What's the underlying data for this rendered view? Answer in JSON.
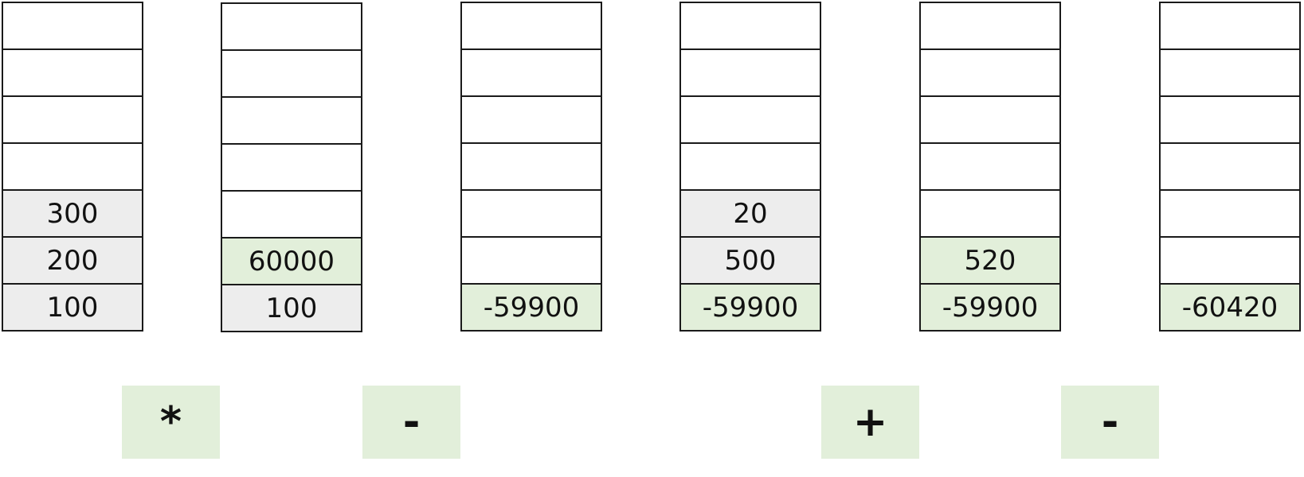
{
  "stacks": [
    {
      "cells": [
        {
          "value": "",
          "fill": "white"
        },
        {
          "value": "",
          "fill": "white"
        },
        {
          "value": "",
          "fill": "white"
        },
        {
          "value": "",
          "fill": "white"
        },
        {
          "value": "300",
          "fill": "gray"
        },
        {
          "value": "200",
          "fill": "gray"
        },
        {
          "value": "100",
          "fill": "gray"
        }
      ]
    },
    {
      "cells": [
        {
          "value": "",
          "fill": "white"
        },
        {
          "value": "",
          "fill": "white"
        },
        {
          "value": "",
          "fill": "white"
        },
        {
          "value": "",
          "fill": "white"
        },
        {
          "value": "",
          "fill": "white"
        },
        {
          "value": "60000",
          "fill": "green"
        },
        {
          "value": "100",
          "fill": "gray"
        }
      ]
    },
    {
      "cells": [
        {
          "value": "",
          "fill": "white"
        },
        {
          "value": "",
          "fill": "white"
        },
        {
          "value": "",
          "fill": "white"
        },
        {
          "value": "",
          "fill": "white"
        },
        {
          "value": "",
          "fill": "white"
        },
        {
          "value": "",
          "fill": "white"
        },
        {
          "value": "-59900",
          "fill": "green"
        }
      ]
    },
    {
      "cells": [
        {
          "value": "",
          "fill": "white"
        },
        {
          "value": "",
          "fill": "white"
        },
        {
          "value": "",
          "fill": "white"
        },
        {
          "value": "",
          "fill": "white"
        },
        {
          "value": "20",
          "fill": "gray"
        },
        {
          "value": "500",
          "fill": "gray"
        },
        {
          "value": "-59900",
          "fill": "green"
        }
      ]
    },
    {
      "cells": [
        {
          "value": "",
          "fill": "white"
        },
        {
          "value": "",
          "fill": "white"
        },
        {
          "value": "",
          "fill": "white"
        },
        {
          "value": "",
          "fill": "white"
        },
        {
          "value": "",
          "fill": "white"
        },
        {
          "value": "520",
          "fill": "green"
        },
        {
          "value": "-59900",
          "fill": "green"
        }
      ]
    },
    {
      "cells": [
        {
          "value": "",
          "fill": "white"
        },
        {
          "value": "",
          "fill": "white"
        },
        {
          "value": "",
          "fill": "white"
        },
        {
          "value": "",
          "fill": "white"
        },
        {
          "value": "",
          "fill": "white"
        },
        {
          "value": "",
          "fill": "white"
        },
        {
          "value": "-60420",
          "fill": "green"
        }
      ]
    }
  ],
  "operators": [
    {
      "symbol": "*"
    },
    {
      "symbol": "-"
    },
    {
      "symbol": "+"
    },
    {
      "symbol": "-"
    }
  ],
  "colors": {
    "gray_fill": "#ededed",
    "green_fill": "#e2efda",
    "border": "#1a1a1a"
  }
}
